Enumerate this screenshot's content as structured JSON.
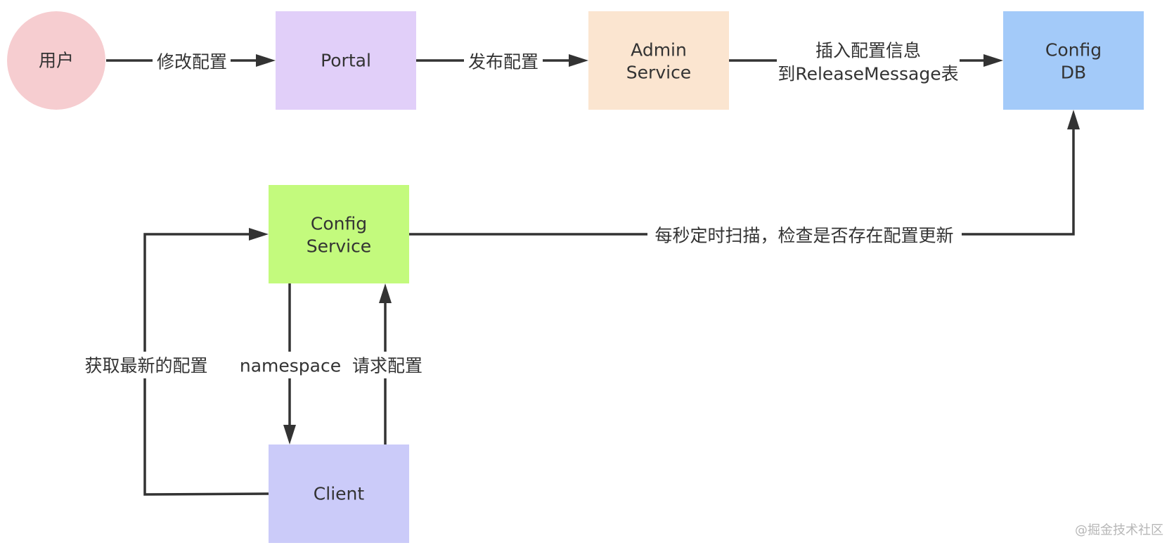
{
  "nodes": {
    "user": {
      "label": "用户",
      "color": "#f6cdd0",
      "shape": "circle"
    },
    "portal": {
      "label": "Portal",
      "color": "#e1cff9"
    },
    "admin_service": {
      "label_line1": "Admin",
      "label_line2": "Service",
      "color": "#fbe5d0"
    },
    "config_db": {
      "label_line1": "Config",
      "label_line2": "DB",
      "color": "#a3caf9"
    },
    "config_service": {
      "label_line1": "Config",
      "label_line2": "Service",
      "color": "#c3fa7d"
    },
    "client": {
      "label": "Client",
      "color": "#cbcbf9"
    }
  },
  "edges": {
    "user_to_portal": "修改配置",
    "portal_to_admin": "发布配置",
    "admin_to_db_line1": "插入配置信息",
    "admin_to_db_line2": "到ReleaseMessage表",
    "service_to_db": "每秒定时扫描，检查是否存在配置更新",
    "client_loop": "获取最新的配置",
    "service_to_client": "namespace",
    "client_to_service": "请求配置"
  },
  "watermark": "@掘金技术社区",
  "colors": {
    "line": "#333333",
    "text": "#333333",
    "watermark": "#b7b7b7"
  }
}
